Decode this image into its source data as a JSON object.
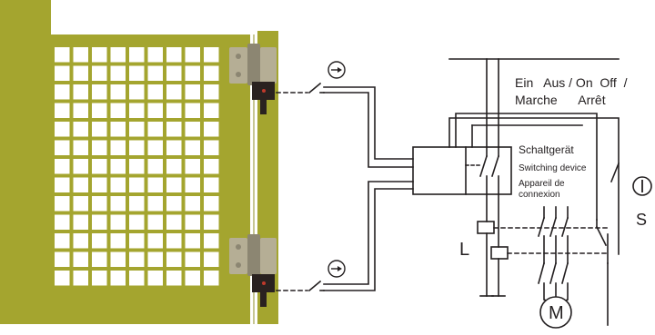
{
  "colors": {
    "door": "#a4a52f",
    "door_edge": "#8d8e26",
    "line": "#231f20",
    "hinge": "#b5ae95",
    "hinge_dark": "#8c8672",
    "sensor": "#2a2220"
  },
  "labels": {
    "ein_aus": "Ein   Aus / On  Off  /",
    "marche_arret": "Marche      Arrêt",
    "schaltgeraet": "Schaltgerät",
    "switching_device": "Switching device",
    "appareil_de": "Appareil de",
    "connexion": "connexion",
    "l_label": "L",
    "s_label": "S",
    "m_label": "M"
  },
  "icons": {
    "switch_symbol_top": "arrow-in-circle-icon",
    "switch_symbol_bottom": "arrow-in-circle-icon",
    "on_off_symbol": "power-symbol-icon",
    "motor_symbol": "motor-icon"
  }
}
